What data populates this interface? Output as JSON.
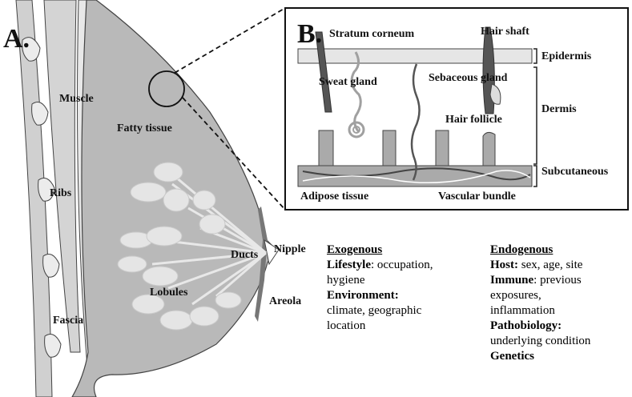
{
  "panel_a": {
    "label": "A.",
    "muscle": "Muscle",
    "ribs": "Ribs",
    "fascia": "Fascia",
    "fatty_tissue": "Fatty tissue",
    "lobules": "Lobules",
    "ducts": "Ducts",
    "nipple": "Nipple",
    "areola": "Areola"
  },
  "panel_b": {
    "label": "B.",
    "stratum_corneum": "Stratum corneum",
    "hair_shaft": "Hair shaft",
    "epidermis": "Epidermis",
    "sweat_gland": "Sweat gland",
    "sebaceous_gland": "Sebaceous gland",
    "dermis": "Dermis",
    "hair_follicle": "Hair follicle",
    "subcutaneous": "Subcutaneous",
    "adipose_tissue": "Adipose tissue",
    "vascular_bundle": "Vascular bundle"
  },
  "exogenous": {
    "heading": "Exogenous",
    "lifestyle_term": "Lifestyle",
    "lifestyle_rest": ": occupation,",
    "lifestyle_cont": "hygiene",
    "environment_term": "Environment:",
    "environment_rest": "climate, geographic",
    "environment_cont": "location"
  },
  "endogenous": {
    "heading": "Endogenous",
    "host_term": "Host:",
    "host_rest": " sex, age, site",
    "immune_term": "Immune",
    "immune_rest": ": previous",
    "immune_cont1": "exposures,",
    "immune_cont2": "inflammation",
    "patho_term": "Pathobiology:",
    "patho_cont": "underlying condition",
    "genetics_term": "Genetics"
  }
}
